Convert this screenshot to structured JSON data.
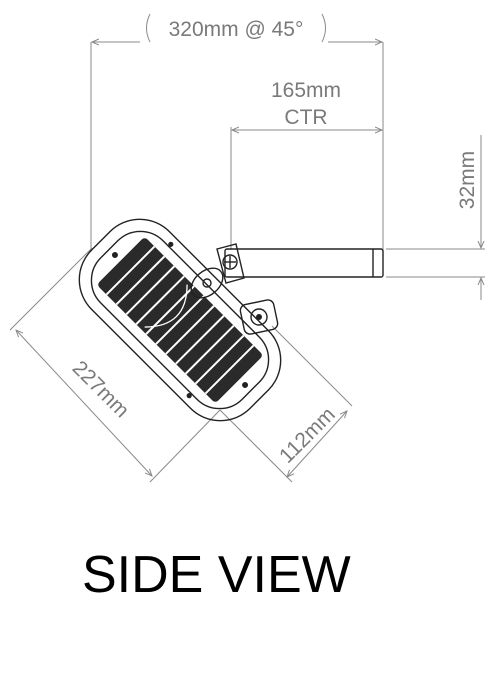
{
  "dimensions": {
    "overall_width": "320mm @ 45°",
    "center_offset_value": "165mm",
    "center_offset_label": "CTR",
    "arm_height": "32mm",
    "length": "227mm",
    "depth": "112mm"
  },
  "title": "SIDE VIEW",
  "colors": {
    "dimension": "#7a7a7a",
    "outline": "#222222",
    "heatsink_fill": "#2a2a2a",
    "title": "#000000"
  }
}
